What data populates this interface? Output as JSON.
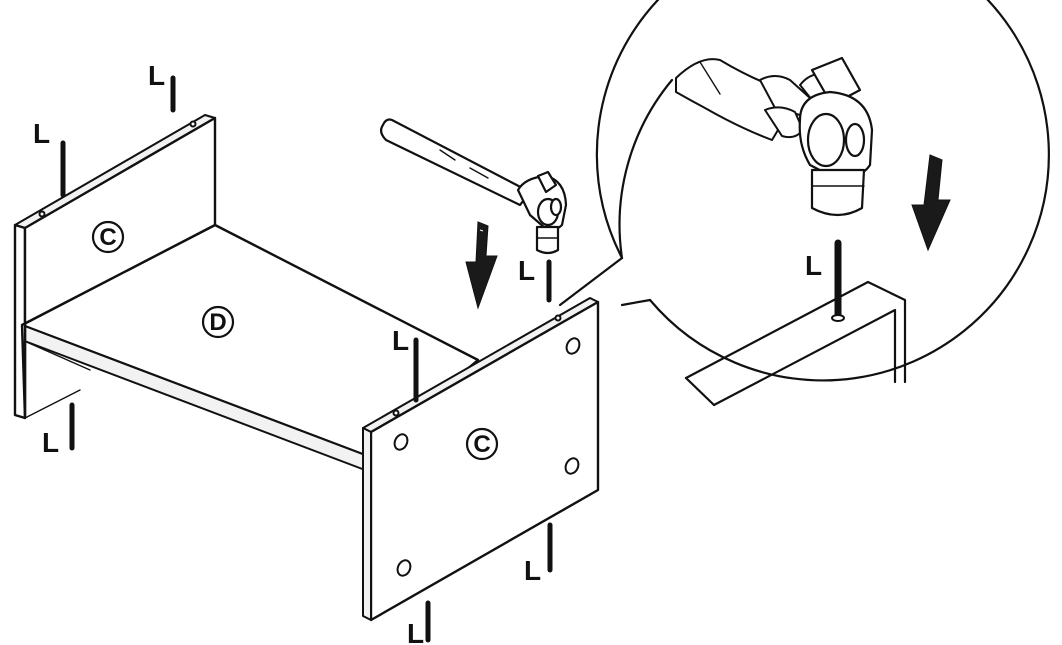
{
  "parts": {
    "left_panel": "C",
    "right_panel": "C",
    "bottom_panel": "D"
  },
  "pins": {
    "label": "L",
    "count": 8
  },
  "detail": {
    "pin_label": "L"
  },
  "colors": {
    "line": "#111111",
    "background": "#ffffff"
  },
  "icons": {
    "hammer": "hammer-icon",
    "arrow": "down-arrow-icon"
  }
}
